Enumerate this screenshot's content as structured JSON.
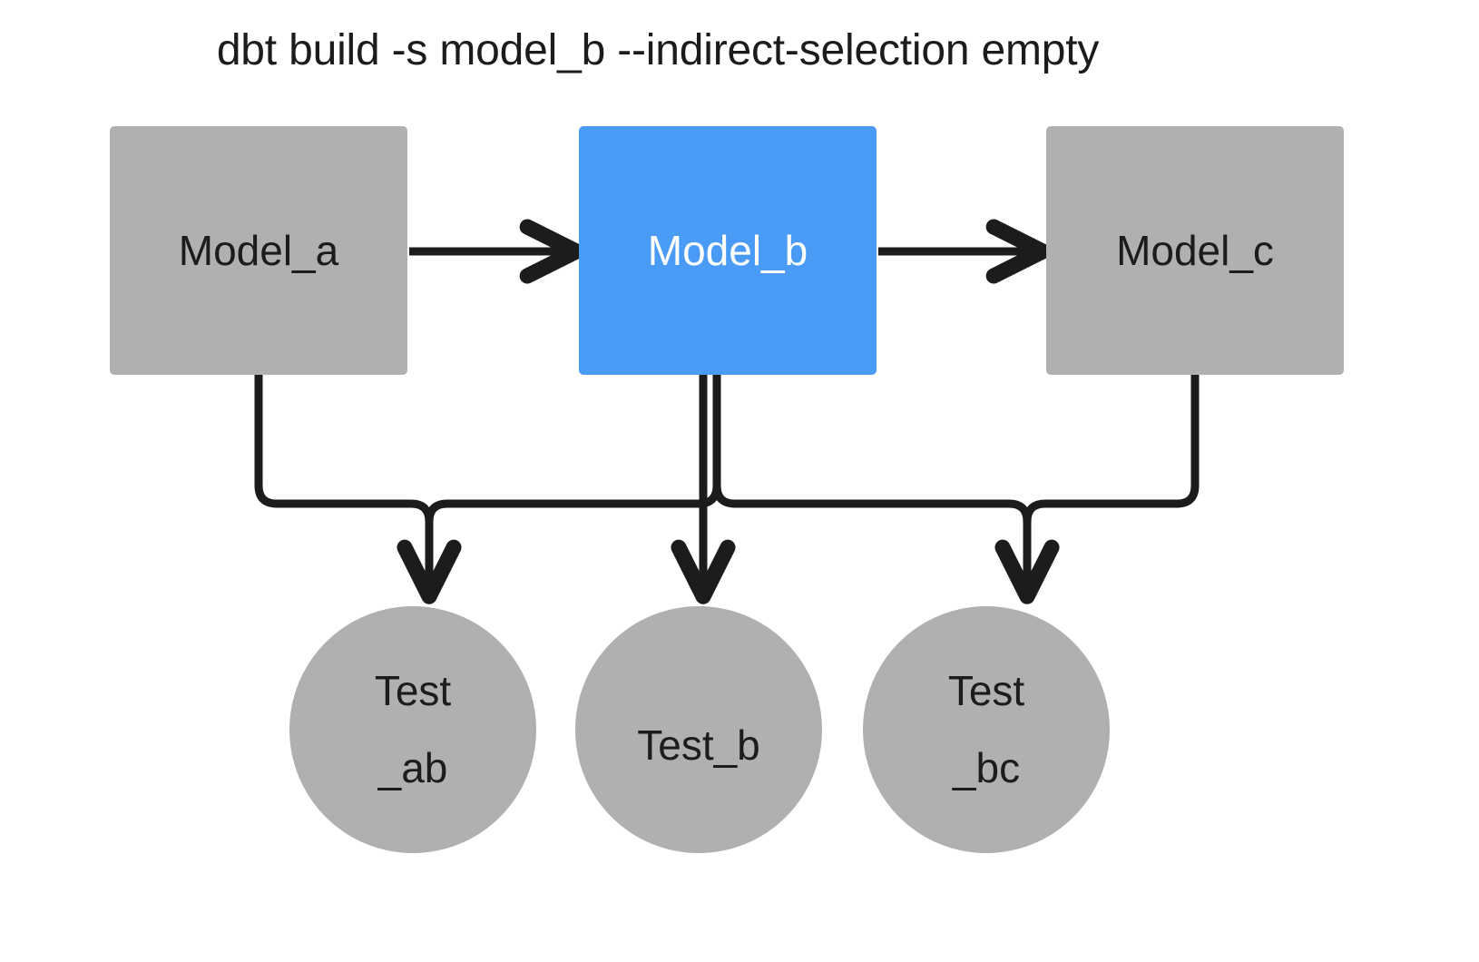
{
  "title": "dbt build -s model_b --indirect-selection empty",
  "colors": {
    "selected_node": "#4a9bf5",
    "unselected_node": "#b0b0b0",
    "edge": "#1c1c1c",
    "background": "#ffffff",
    "text_dark": "#1c1c1c",
    "text_light": "#ffffff"
  },
  "nodes": {
    "models": [
      {
        "id": "model_a",
        "label": "Model_a",
        "selected": false
      },
      {
        "id": "model_b",
        "label": "Model_b",
        "selected": true
      },
      {
        "id": "model_c",
        "label": "Model_c",
        "selected": false
      }
    ],
    "tests": [
      {
        "id": "test_ab",
        "label": "Test_ab",
        "line1": "Test",
        "line2": "_ab",
        "selected": false
      },
      {
        "id": "test_b",
        "label": "Test_b",
        "line1": "Test_b",
        "line2": "",
        "selected": false
      },
      {
        "id": "test_bc",
        "label": "Test_bc",
        "line1": "Test",
        "line2": "_bc",
        "selected": false
      }
    ]
  },
  "edges": [
    {
      "from": "model_a",
      "to": "model_b",
      "style": "arrow-right"
    },
    {
      "from": "model_b",
      "to": "model_c",
      "style": "arrow-right"
    },
    {
      "from": "model_a",
      "to": "test_ab",
      "style": "elbow-down"
    },
    {
      "from": "model_b",
      "to": "test_ab",
      "style": "elbow-down"
    },
    {
      "from": "model_b",
      "to": "test_b",
      "style": "straight-down"
    },
    {
      "from": "model_b",
      "to": "test_bc",
      "style": "elbow-down"
    },
    {
      "from": "model_c",
      "to": "test_bc",
      "style": "elbow-down"
    }
  ]
}
